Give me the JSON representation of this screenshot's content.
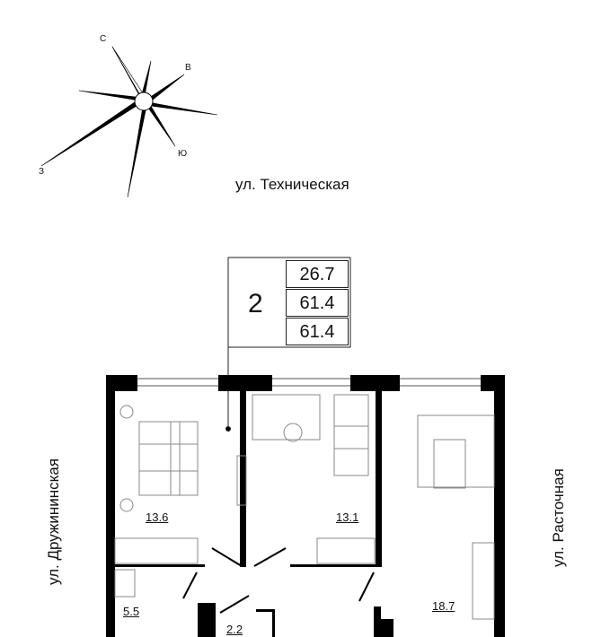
{
  "compass": {
    "north": "С",
    "east": "В",
    "south": "Ю",
    "west": "З"
  },
  "streets": {
    "top": "ул. Техническая",
    "left": "ул. Дружининская",
    "right": "ул. Расточная"
  },
  "apartment": {
    "rooms": "2",
    "living_area": "26.7",
    "total_area": "61.4",
    "total_area_2": "61.4"
  },
  "room_areas": {
    "bedroom_1": "13.6",
    "bedroom_2": "13.1",
    "kitchen_living": "18.7",
    "bathroom": "5.5",
    "wc": "2.2"
  }
}
